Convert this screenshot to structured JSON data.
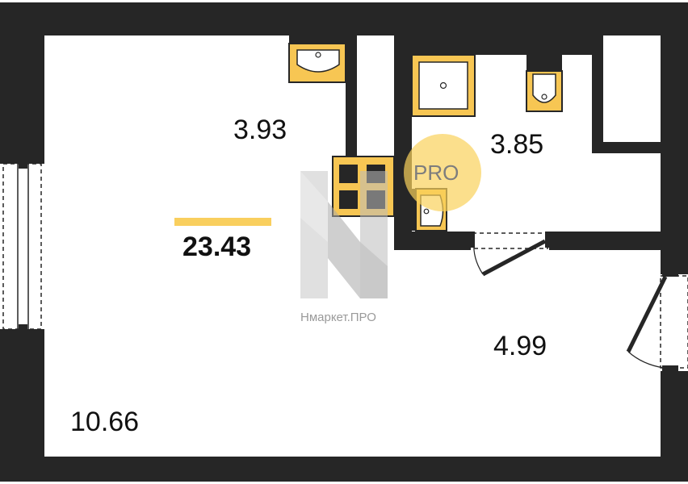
{
  "plan": {
    "total_area": "23.43",
    "rooms": [
      {
        "area": "10.66"
      },
      {
        "area": "3.93"
      },
      {
        "area": "3.85"
      },
      {
        "area": "4.99"
      }
    ]
  },
  "watermark": {
    "brand": "Нмаркет.ПРО",
    "badge": "PRO"
  },
  "colors": {
    "wall": "#262626",
    "fixture": "#f7c653",
    "accent_bar": "#f9cf5e",
    "badge": "#f9d15b",
    "watermark": "#b5b5b5"
  },
  "icons": [
    "sink-icon",
    "shower-tray-icon",
    "toilet-icon",
    "stove-icon",
    "small-sink-icon",
    "door-icon",
    "window-icon"
  ]
}
